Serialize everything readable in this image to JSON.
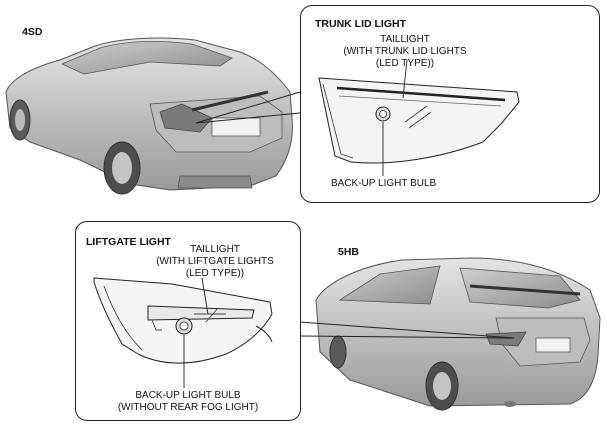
{
  "sedan": {
    "label": "4SD"
  },
  "hatchback": {
    "label": "5HB"
  },
  "trunk_lid_panel": {
    "title": "TRUNK LID LIGHT",
    "taillight_lines": [
      "TAILLIGHT",
      "(WITH TRUNK LID LIGHTS",
      "(LED TYPE))"
    ],
    "bulb_label": "BACK-UP LIGHT BULB"
  },
  "liftgate_panel": {
    "title": "LIFTGATE LIGHT",
    "taillight_lines": [
      "TAILLIGHT",
      "(WITH LIFTGATE LIGHTS",
      "(LED TYPE))"
    ],
    "bulb_lines": [
      "BACK-UP LIGHT BULB",
      "(WITHOUT REAR FOG LIGHT)"
    ]
  },
  "icons": {
    "sedan": "sedan-car-rear-illustration",
    "hatchback": "hatchback-car-rear-illustration",
    "trunk_lamp": "trunk-lid-lamp-illustration",
    "liftgate_lamp": "liftgate-lamp-illustration",
    "bulb": "bulb-socket-icon"
  }
}
